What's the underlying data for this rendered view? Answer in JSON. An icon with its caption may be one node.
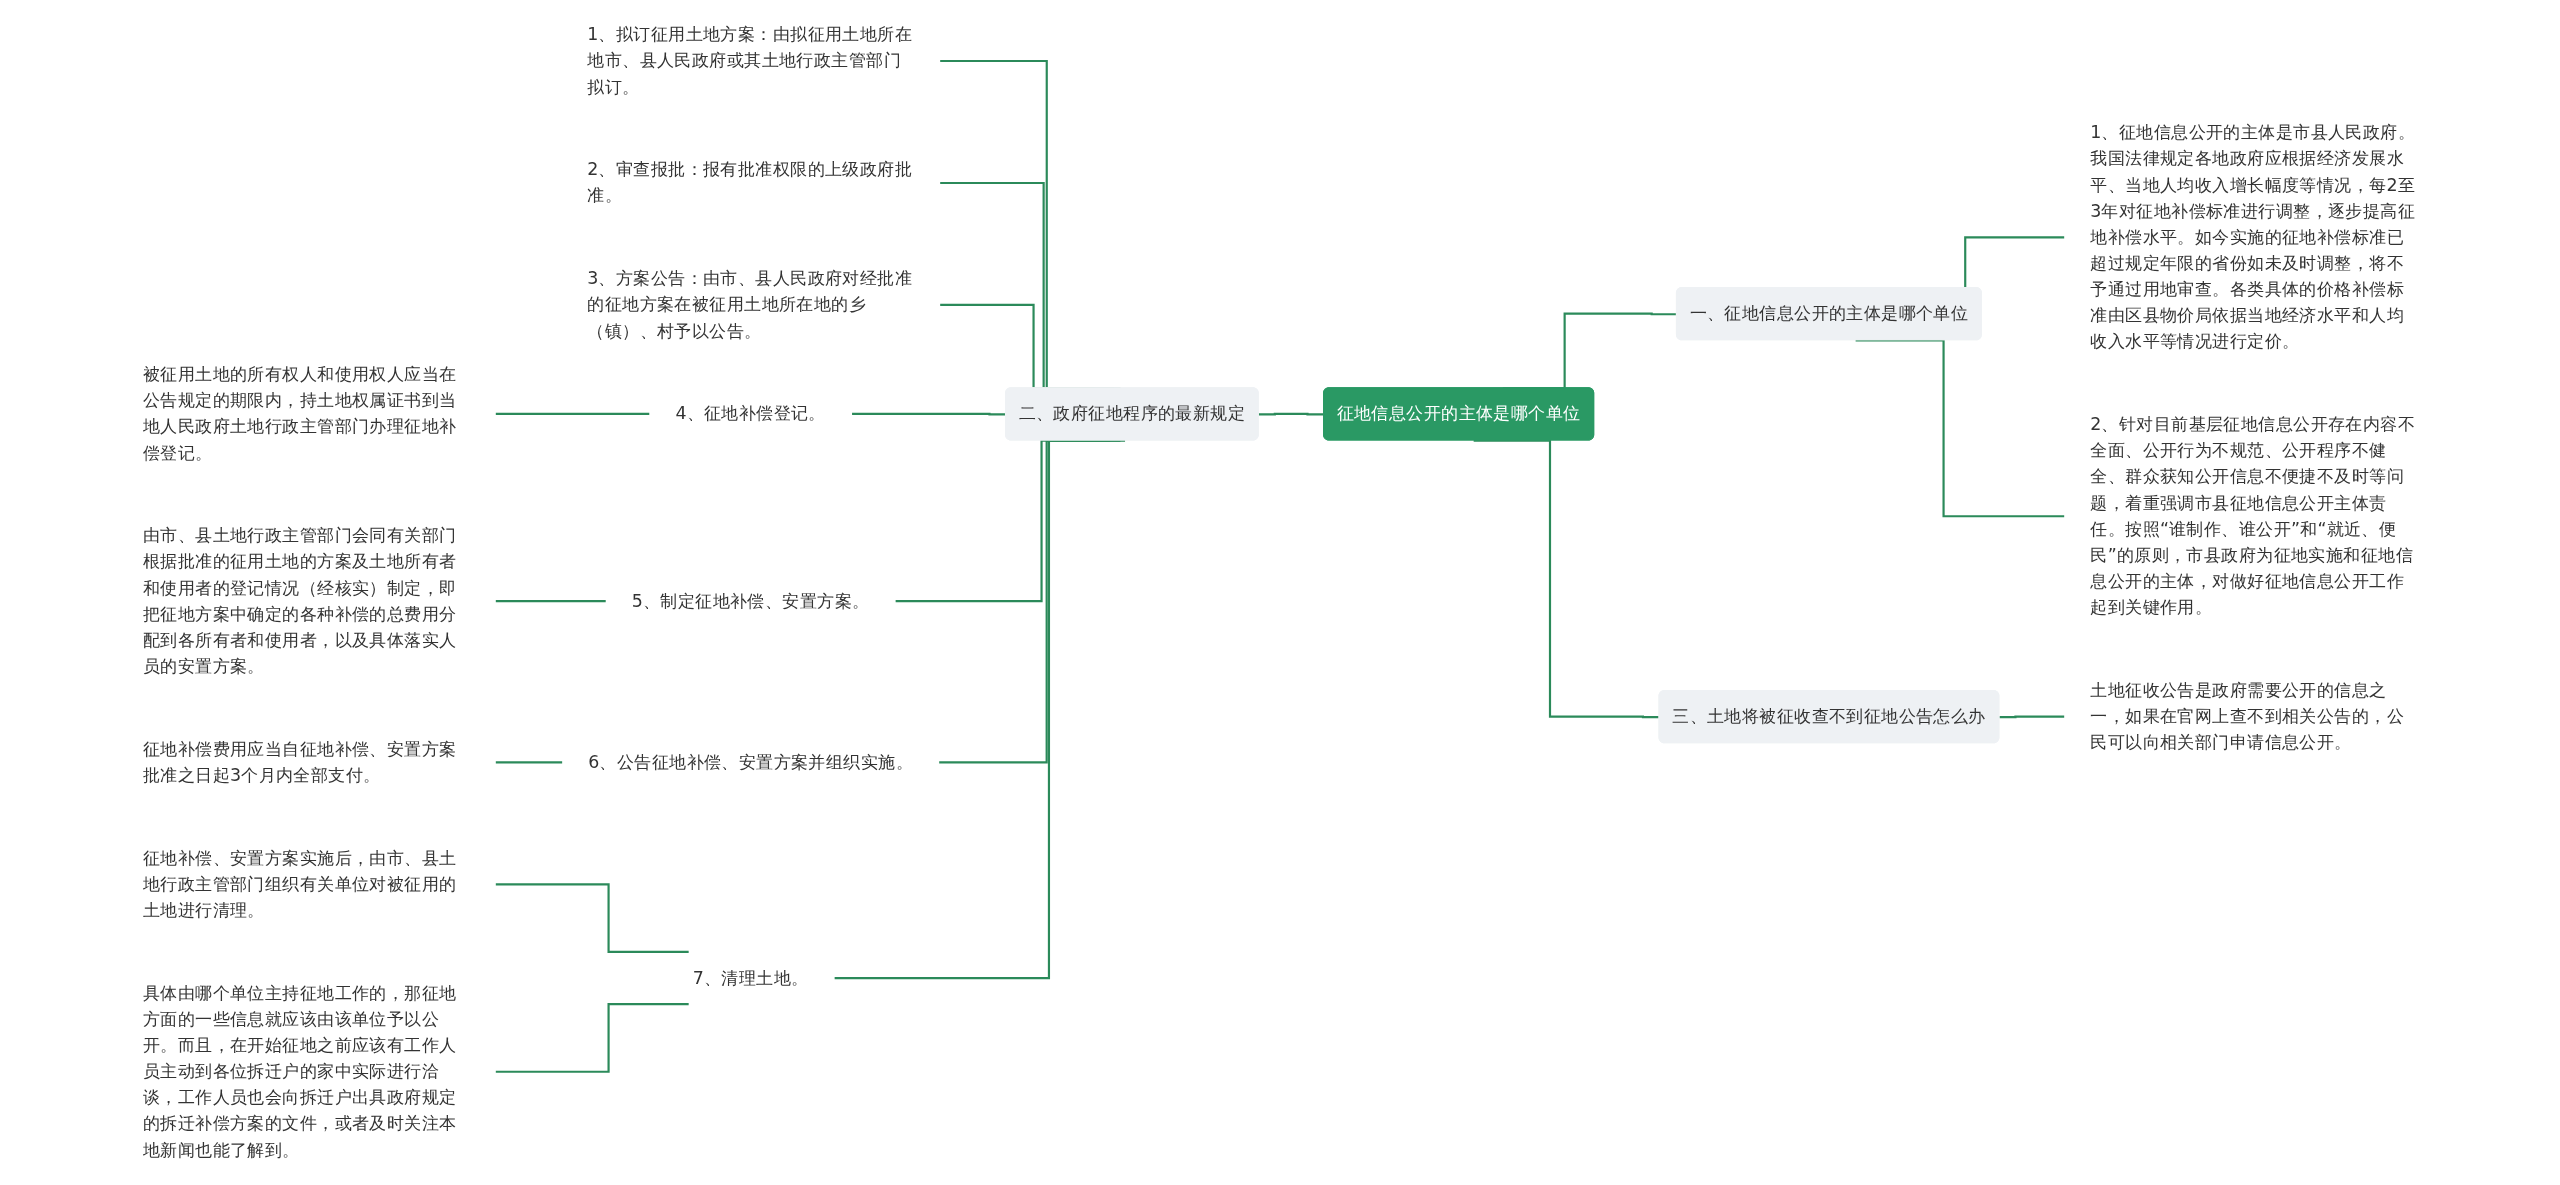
{
  "diagram": {
    "nodes": [
      {
        "text": [
          "征地信息公开的主体是哪个单位"
        ]
      },
      {
        "text": [
          "一、征地信息公开的主体是哪个单位"
        ]
      },
      {
        "text": [
          "1、征地信息公开的主体是市县人民政府。我国法律规定各地政府应根据经济发展水平、当地人均收入增长幅度等情况，每2至3年对征地补偿标准进行调整，逐步提高征地补偿水平。如今实施的征地补偿标准已超过规定年限的省份如未及时调整，将不予通过用地审查。各类具体的价格补偿标准由区县物价局依据当地经济水平和人均收入水平等情况进行定价。"
        ]
      },
      {
        "text": [
          "2、针对目前基层征地信息公开存在内容不全面、公开行为不规范、公开程序不健全、群众获知公开信息不便捷不及时等问题，着重强调市县征地信息公开主体责任。按照“谁制作、谁公开”和“就近、便民”的原则，市县政府为征地实施和征地信息公开的主体，对做好征地信息公开工作起到关键作用。"
        ]
      },
      {
        "text": [
          "三、土地将被征收查不到征地公告怎么办"
        ]
      },
      {
        "text": [
          "土地征收公告是政府需要公开的信息之一，如果在官网上查不到相关公告的，公民可以向相关部门申请信息公开。"
        ]
      },
      {
        "text": [
          "二、政府征地程序的最新规定"
        ]
      },
      {
        "text": [
          "1、拟订征用土地方案：由拟征用土地所在地市、县人民政府或其土地行政主管部门拟订。"
        ]
      },
      {
        "text": [
          "2、审查报批：报有批准权限的上级政府批准。"
        ]
      },
      {
        "text": [
          "3、方案公告：由市、县人民政府对经批准的征地方案在被征用土地所在地的乡（镇）、村予以公告。"
        ]
      },
      {
        "text": [
          "4、征地补偿登记。"
        ]
      },
      {
        "text": [
          "被征用土地的所有权人和使用权人应当在公告规定的期限内，持土地权属证书到当地人民政府土地行政主管部门办理征地补偿登记。"
        ]
      },
      {
        "text": [
          "5、制定征地补偿、安置方案。"
        ]
      },
      {
        "text": [
          "由市、县土地行政主管部门会同有关部门根据批准的征用土地的方案及土地所有者和使用者的登记情况（经核实）制定，即把征地方案中确定的各种补偿的总费用分配到各所有者和使用者，以及具体落实人员的安置方案。"
        ]
      },
      {
        "text": [
          "6、公告征地补偿、安置方案并组织实施。"
        ]
      },
      {
        "text": [
          "征地补偿费用应当自征地补偿、安置方案批准之日起3个月内全部支付。"
        ]
      },
      {
        "text": [
          "7、清理土地。"
        ]
      },
      {
        "text": [
          "征地补偿、安置方案实施后，由市、县土地行政主管部门组织有关单位对被征用的土地进行清理。"
        ]
      },
      {
        "text": [
          "具体由哪个单位主持征地工作的，那征地方面的一些信息就应该由该单位予以公开。而且，在开始征地之前应该有工作人员主动到各位拆迁户的家中实际进行洽谈，工作人员也会向拆迁户出具政府规定的拆迁补偿方案的文件，或者及时关注本地新闻也能了解到。"
        ]
      }
    ],
    "edges": [
      {
        "from": 0,
        "to": 1,
        "arrow": "none"
      },
      {
        "from": 1,
        "to": 2,
        "arrow": "none"
      },
      {
        "from": 1,
        "to": 3,
        "arrow": "none"
      },
      {
        "from": 0,
        "to": 4,
        "arrow": "none"
      },
      {
        "from": 4,
        "to": 5,
        "arrow": "none"
      },
      {
        "from": 6,
        "to": 0,
        "arrow": "none"
      },
      {
        "from": 7,
        "to": 6,
        "arrow": "none"
      },
      {
        "from": 8,
        "to": 6,
        "arrow": "none"
      },
      {
        "from": 9,
        "to": 6,
        "arrow": "none"
      },
      {
        "from": 10,
        "to": 6,
        "arrow": "none"
      },
      {
        "from": 11,
        "to": 10,
        "arrow": "none"
      },
      {
        "from": 12,
        "to": 6,
        "arrow": "none"
      },
      {
        "from": 13,
        "to": 12,
        "arrow": "none"
      },
      {
        "from": 14,
        "to": 6,
        "arrow": "none"
      },
      {
        "from": 15,
        "to": 14,
        "arrow": "none"
      },
      {
        "from": 16,
        "to": 6,
        "arrow": "none"
      },
      {
        "from": 17,
        "to": 16,
        "arrow": "none"
      },
      {
        "from": 18,
        "to": 16,
        "arrow": "none"
      }
    ]
  }
}
